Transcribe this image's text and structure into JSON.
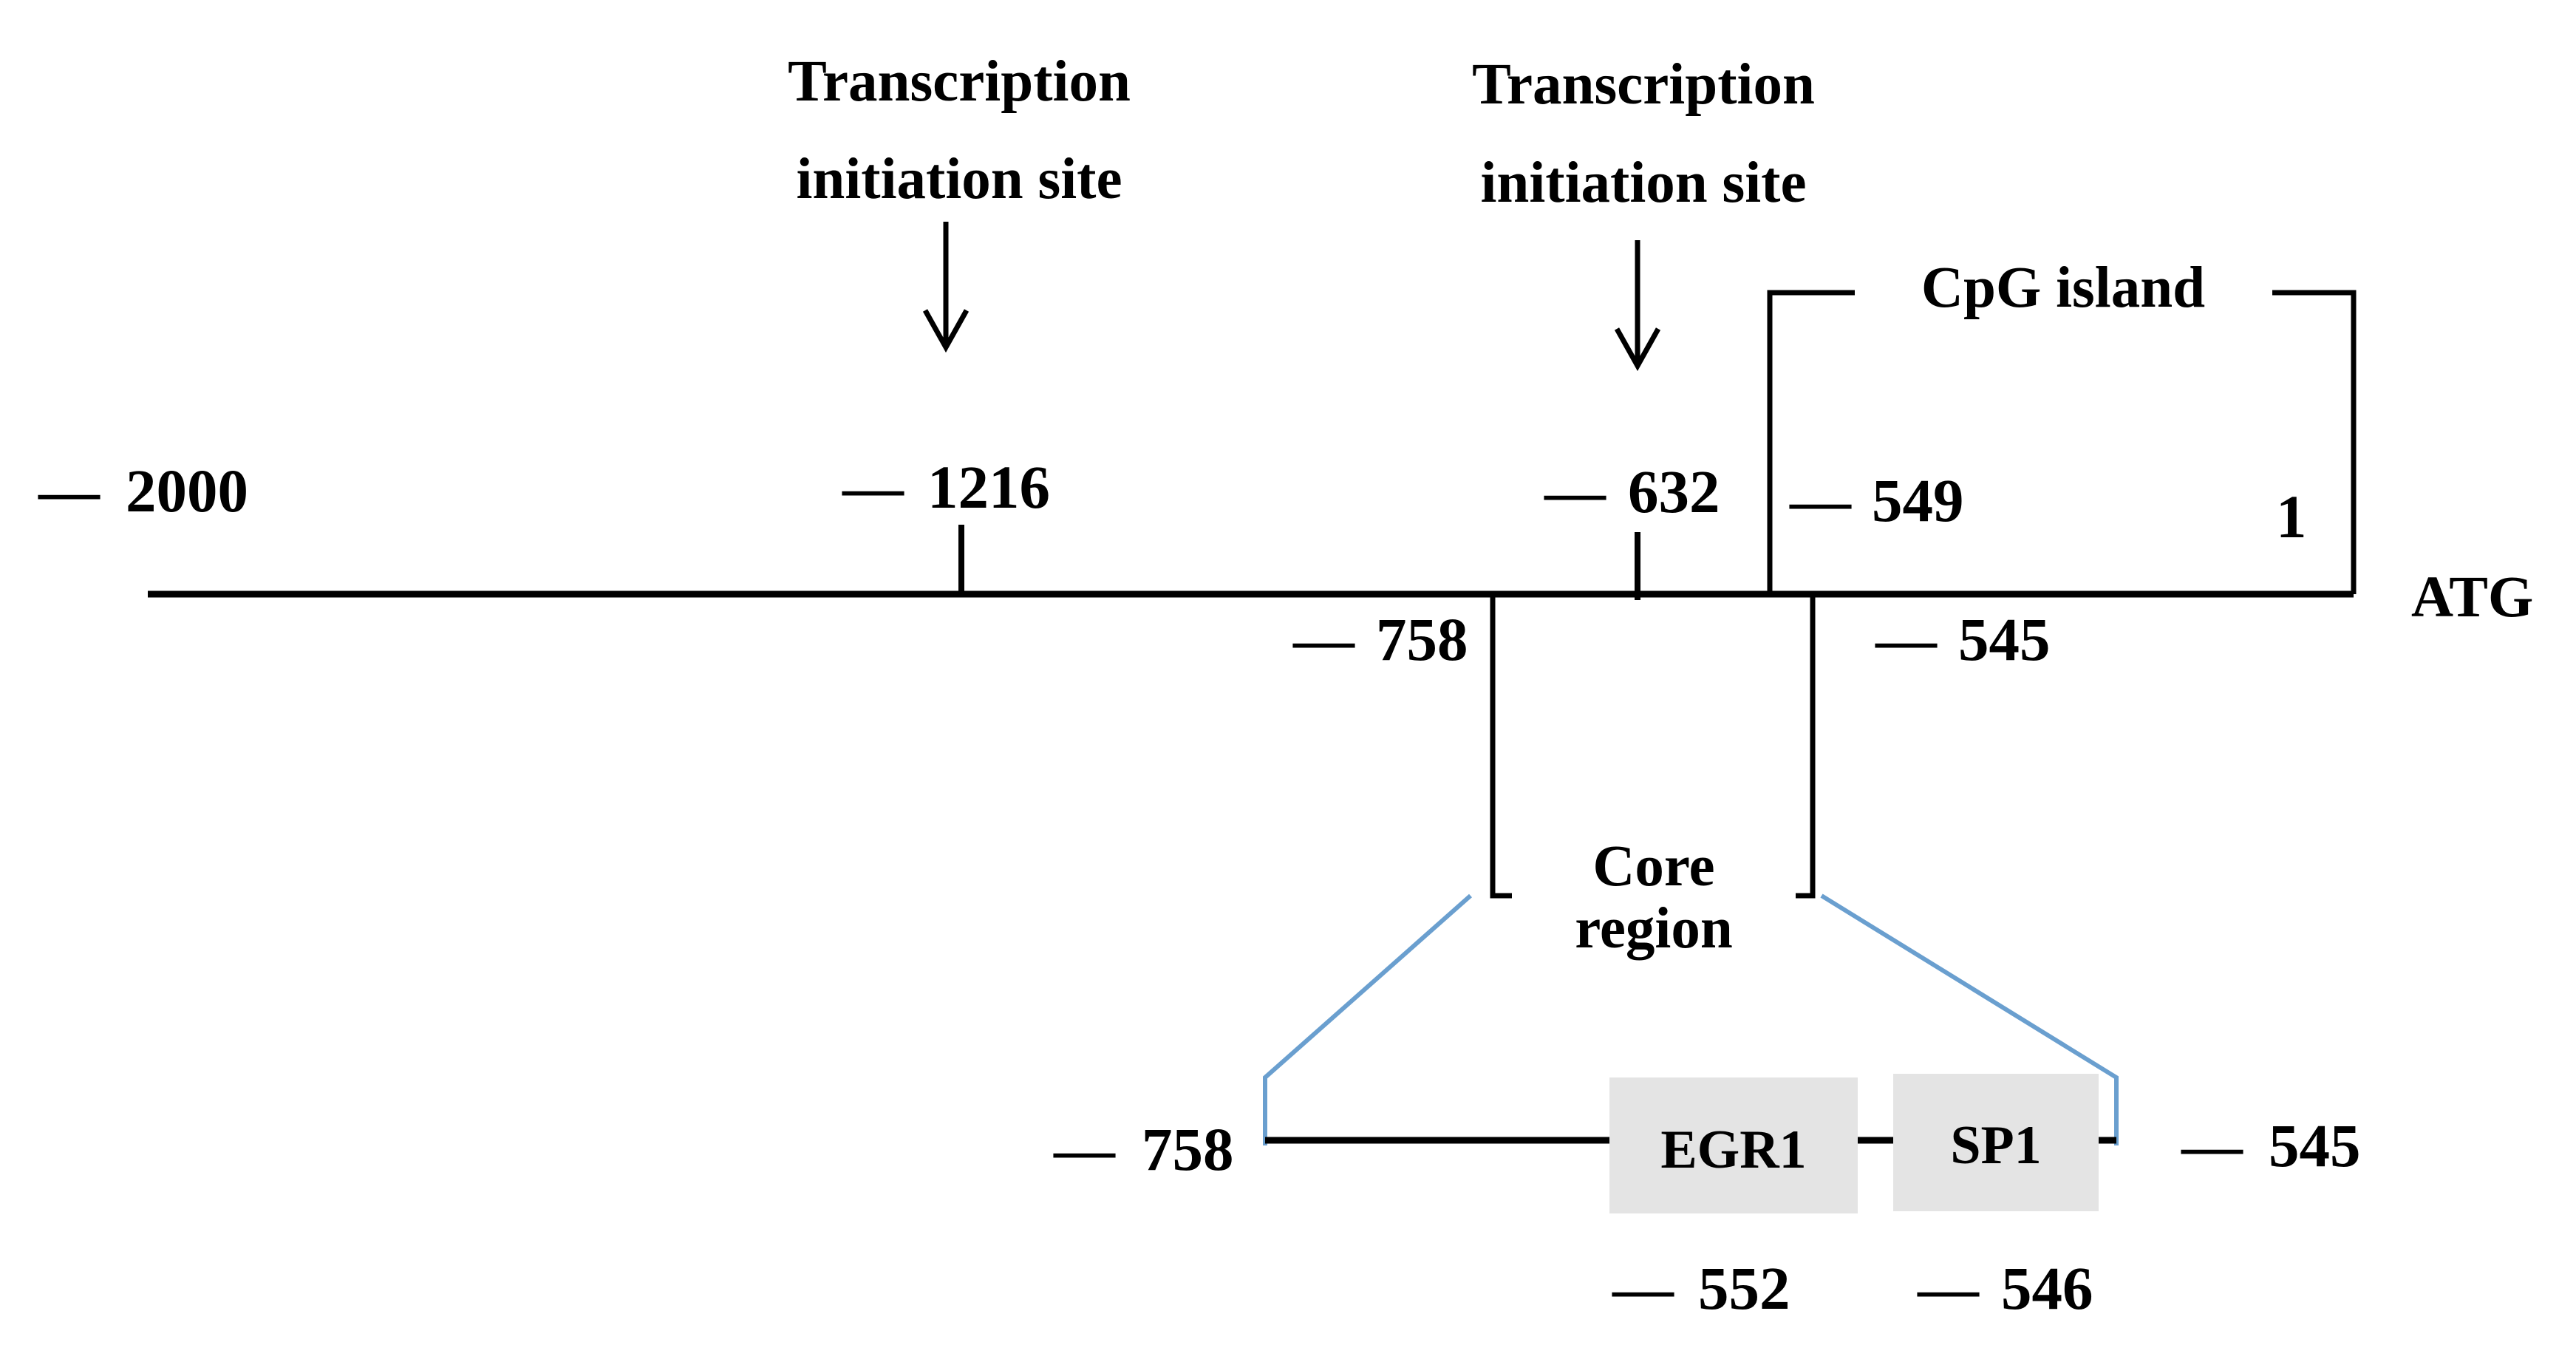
{
  "annotations": {
    "tis_1": [
      "Transcription",
      "initiation site"
    ],
    "tis_2": [
      "Transcription",
      "initiation site"
    ],
    "cpg_island": "CpG island",
    "core_region": [
      "Core",
      "region"
    ],
    "atg": "ATG"
  },
  "positions": {
    "main": {
      "p2000": "2000",
      "p1216": "1216",
      "p632": "632",
      "p549": "549",
      "p1": "1",
      "p758": "758",
      "p545": "545"
    },
    "core": {
      "p758": "758",
      "p545": "545",
      "p552": "552",
      "p546": "546"
    }
  },
  "dash": "—",
  "binding_sites": [
    {
      "name": "EGR1"
    },
    {
      "name": "SP1"
    }
  ],
  "colors": {
    "line": "#000000",
    "zoom_lines": "#6a9fcf",
    "site_box": "#e4e4e4"
  }
}
